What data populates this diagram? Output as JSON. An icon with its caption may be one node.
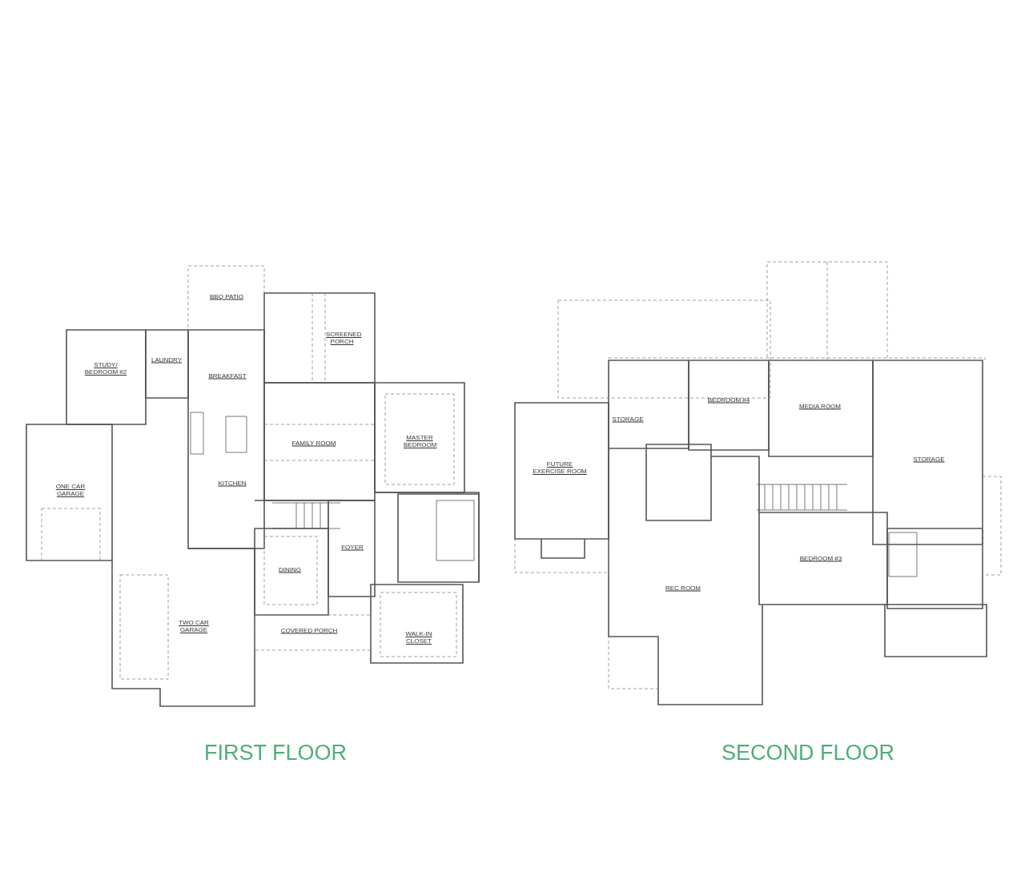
{
  "diagram": {
    "labels": [
      "BBQ PATIO",
      "SCREENED PORCH",
      "STUDY/ BEDROOM #2",
      "LAUNDRY",
      "BREAKFAST",
      "FAMILY ROOM",
      "MASTER BEDROOM",
      "ONE CAR GARAGE",
      "KITCHEN",
      "FOYER",
      "DINING",
      "TWO CAR GARAGE",
      "COVERED PORCH",
      "WALK-IN CLOSET",
      "FIRST FLOOR",
      "STORAGE",
      "BEDROOM #4",
      "MEDIA ROOM",
      "FUTURE EXERCISE ROOM",
      "STORAGE",
      "BEDROOM #3",
      "REC ROOM",
      "SECOND FLOOR"
    ]
  }
}
